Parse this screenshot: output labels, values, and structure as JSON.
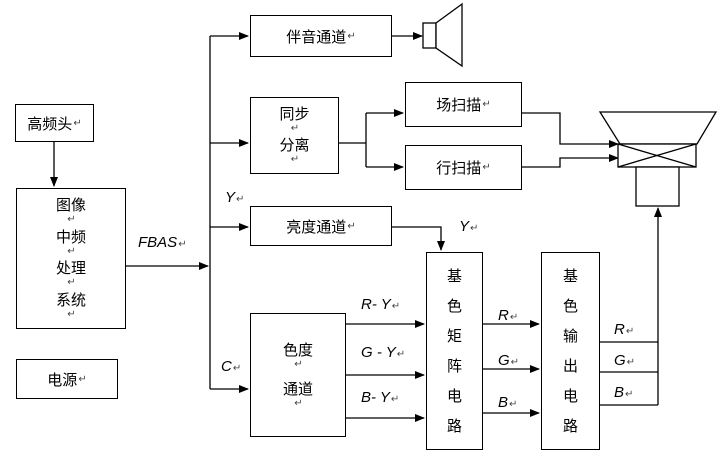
{
  "return_mark": "↵",
  "boxes": {
    "tuner": "高频头",
    "if_system": [
      "图像",
      "中频",
      "处理",
      "系统"
    ],
    "power": "电源",
    "sound": "伴音通道",
    "sync": [
      "同步",
      "分离"
    ],
    "field_scan": "场扫描",
    "line_scan": "行扫描",
    "luma": "亮度通道",
    "chroma": [
      "色度",
      "通道"
    ],
    "matrix": [
      "基",
      "色",
      "矩",
      "阵",
      "电",
      "路"
    ],
    "output": [
      "基",
      "色",
      "输",
      "出",
      "电",
      "路"
    ]
  },
  "labels": {
    "fbas": "FBAS",
    "y_top": "Y",
    "y_luma_out": "Y",
    "c_in": "C",
    "r_y": "R- Y",
    "g_y": "G - Y",
    "b_y": "B- Y",
    "r_mid": "R",
    "g_mid": "G",
    "b_mid": "B",
    "r_out": "R",
    "g_out": "G",
    "b_out": "B"
  }
}
